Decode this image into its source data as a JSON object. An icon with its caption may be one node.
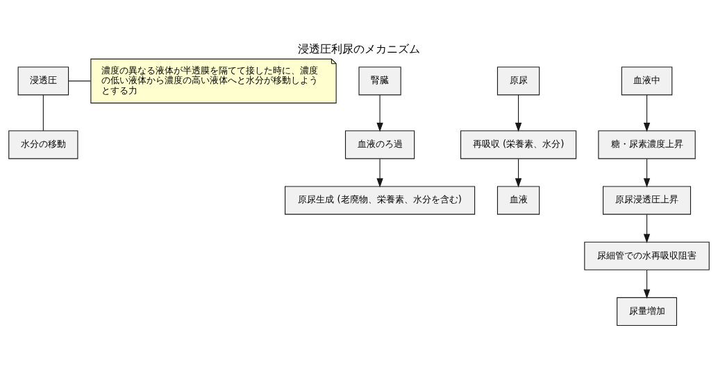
{
  "diagram": {
    "title": "浸透圧利尿のメカニズム",
    "nodes": [
      {
        "text": [
          "浸透圧"
        ]
      },
      {
        "text": [
          "濃度の異なる液体が半透膜を隔てて接した時に、濃度の低い液体から濃度の高い液体へと水分が移動しようとする力"
        ]
      },
      {
        "text": [
          "水分の移動"
        ]
      },
      {
        "text": [
          "腎臓"
        ]
      },
      {
        "text": [
          "血液のろ過"
        ]
      },
      {
        "text": [
          "原尿生成 (老廃物、栄養素、水分を含む)"
        ]
      },
      {
        "text": [
          "原尿"
        ]
      },
      {
        "text": [
          "再吸収 (栄養素、水分)"
        ]
      },
      {
        "text": [
          "血液"
        ]
      },
      {
        "text": [
          "血液中"
        ]
      },
      {
        "text": [
          "糖・尿素濃度上昇"
        ]
      },
      {
        "text": [
          "原尿浸透圧上昇"
        ]
      },
      {
        "text": [
          "尿細管での水再吸収阻害"
        ]
      },
      {
        "text": [
          "尿量増加"
        ]
      }
    ],
    "edges": [
      {
        "from": 1,
        "to": 0,
        "arrow": "none"
      },
      {
        "from": 0,
        "to": 2,
        "arrow": "none"
      },
      {
        "from": 3,
        "to": 4,
        "arrow": "to"
      },
      {
        "from": 4,
        "to": 5,
        "arrow": "to"
      },
      {
        "from": 6,
        "to": 7,
        "arrow": "to"
      },
      {
        "from": 7,
        "to": 8,
        "arrow": "to"
      },
      {
        "from": 9,
        "to": 10,
        "arrow": "to"
      },
      {
        "from": 10,
        "to": 11,
        "arrow": "to"
      },
      {
        "from": 11,
        "to": 12,
        "arrow": "to"
      },
      {
        "from": 12,
        "to": 13,
        "arrow": "to"
      }
    ]
  }
}
